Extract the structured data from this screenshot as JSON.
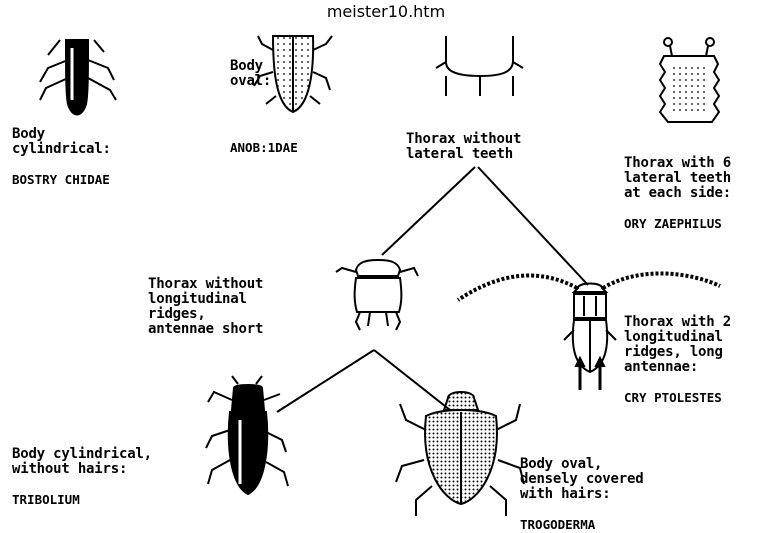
{
  "window": {
    "title": "meister10.htm"
  },
  "keys": {
    "bostrychidae": {
      "text": "Body\ncylindrical:",
      "taxon": "BOSTRY CHIDAE"
    },
    "anobiidae": {
      "text": "Body\noval:",
      "taxon": "ANOB:1DAE"
    },
    "no_lateral_teeth": {
      "text": "Thorax without\nlateral teeth"
    },
    "oryzaephilus": {
      "text": "Thorax with 6\nlateral teeth\nat each side:",
      "taxon": "ORY ZAEPHILUS"
    },
    "no_ridges": {
      "text": "Thorax without\nlongitudinal\nridges,\nantennae short"
    },
    "cryptolestes": {
      "text": "Thorax with 2\nlongitudinal\nridges, long\nantennae:",
      "taxon": "CRY PTOLESTES"
    },
    "tribolium": {
      "text": "Body cylindrical,\nwithout hairs:",
      "taxon": "TRIBOLIUM"
    },
    "trogoderma": {
      "text": "Body oval,\ndensely covered\nwith hairs:",
      "taxon": "TROGODERMA"
    }
  }
}
